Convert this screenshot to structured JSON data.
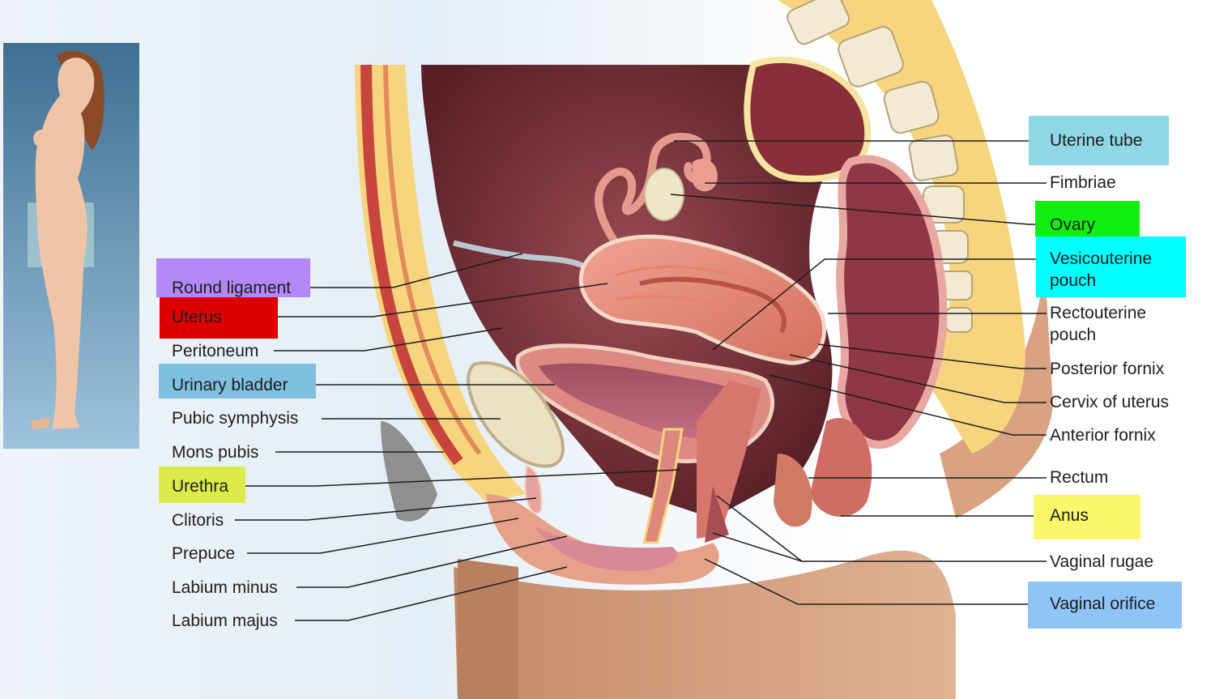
{
  "labels_left": {
    "round_ligament": "Round ligament",
    "uterus": "Uterus",
    "peritoneum": "Peritoneum",
    "urinary_bladder": "Urinary bladder",
    "pubic_symphysis": "Pubic symphysis",
    "mons_pubis": "Mons pubis",
    "urethra": "Urethra",
    "clitoris": "Clitoris",
    "prepuce": "Prepuce",
    "labium_minus": "Labium minus",
    "labium_majus": "Labium majus"
  },
  "labels_right": {
    "uterine_tube": "Uterine tube",
    "fimbriae": "Fimbriae",
    "ovary": "Ovary",
    "vesicouterine_pouch_1": "Vesicouterine",
    "vesicouterine_pouch_2": "pouch",
    "rectouterine_pouch_1": "Rectouterine",
    "rectouterine_pouch_2": "pouch",
    "posterior_fornix": "Posterior fornix",
    "cervix_of_uterus": "Cervix of uterus",
    "anterior_fornix": "Anterior fornix",
    "rectum": "Rectum",
    "anus": "Anus",
    "vaginal_rugae": "Vaginal rugae",
    "vaginal_orifice": "Vaginal orifice"
  },
  "highlight_colors": {
    "round_ligament": "#b388f5",
    "uterus": "#dd0000",
    "urinary_bladder": "#7fbfe0",
    "urethra": "#dcea4a",
    "uterine_tube": "#8fd6e6",
    "ovary": "#11ee11",
    "vesicouterine_pouch": "#00ffff",
    "anus": "#f8f86a",
    "vaginal_orifice": "#8ec4f6"
  }
}
